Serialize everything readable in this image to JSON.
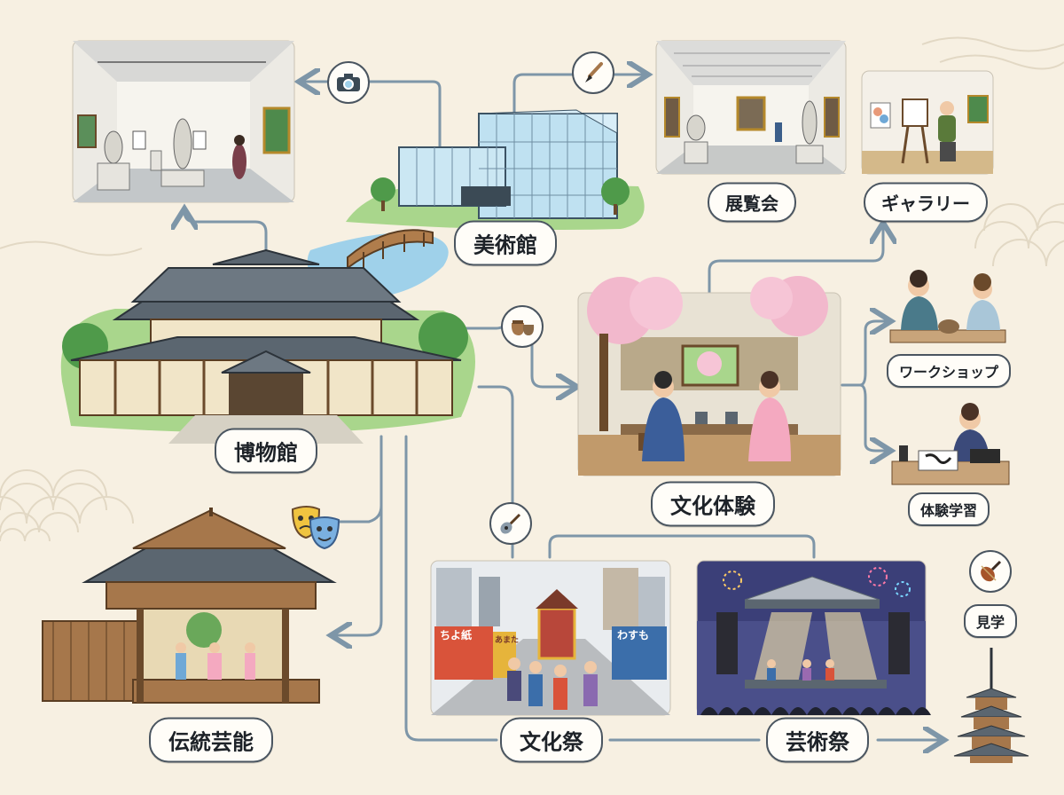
{
  "nodes": {
    "museum": "博物館",
    "art_museum": "美術館",
    "exhibition": "展覧会",
    "gallery": "ギャラリー",
    "culture_experience": "文化体験",
    "workshop": "ワークショップ",
    "hands_on_learning": "体験学習",
    "traditional_arts": "伝統芸能",
    "culture_festival": "文化祭",
    "arts_festival": "芸術祭",
    "tour": "見学"
  },
  "festival_signs": {
    "stall_left": "ちよ紙",
    "stall_mid": "あまた",
    "stall_right": "わすも"
  },
  "colors": {
    "background": "#f7f0e2",
    "connector": "#7e96a8",
    "label_border": "#4a5560",
    "label_text": "#1d2228",
    "sakura": "#f2b8cc",
    "wood": "#a6774b",
    "roof": "#5b6670",
    "grass": "#9ccf7c",
    "water": "#9fd1ea",
    "stage_night": "#3b3f78"
  },
  "icons": [
    "camera-icon",
    "paintbrush-icon",
    "pottery-icon",
    "theater-masks-icon",
    "guitar-icon",
    "violin-icon"
  ]
}
